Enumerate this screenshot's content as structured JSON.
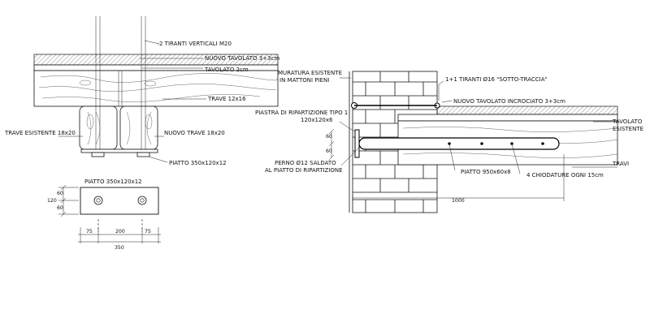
{
  "left_section": {
    "rods_label": "2 TIRANTI VERTICALI M20",
    "new_board_label": "NUOVO TAVOLATO 3+3cm",
    "board_label": "TAVOLATO 2cm",
    "beam_label": "TRAVE 12x16",
    "existing_beam_label": "TRAVE ESISTENTE 18x20",
    "new_beam_label": "NUOVO TRAVE 18x20",
    "plate_label": "PIATTO 350x120x12"
  },
  "plate_detail": {
    "title": "PIATTO 350x120x12",
    "dim_total_height": "120",
    "dim_upper": "60",
    "dim_lower": "60",
    "dim_left": "75",
    "dim_mid": "200",
    "dim_right": "75",
    "dim_total_width": "350"
  },
  "right_section": {
    "wall_label_1": "MURATURA ESISTENTE",
    "wall_label_2": "IN MATTONI PIENI",
    "ties_label": "1+1 TIRANTI Ø16 \"SOTTO-TRACCIA\"",
    "new_board_label": "NUOVO TAVOLATO INCROCIATO 3+3cm",
    "existing_board_label_1": "TAVOLATO",
    "existing_board_label_2": "ESISTENTE",
    "plate_label_1": "PIASTRA DI RIPARTIZIONE TIPO 1",
    "plate_label_2": "120x120x6",
    "dim_upper": "60",
    "dim_lower": "60",
    "pin_label_1": "PERNO Ø12 SALDATO",
    "pin_label_2": "AL PIATTO DI RIPARTIZIONE",
    "flat_label": "PIATTO 950x60x8",
    "nails_label": "4 CHIODATURE OGNI 15cm",
    "beam_label": "TRAVI",
    "dim_length": "1000"
  }
}
